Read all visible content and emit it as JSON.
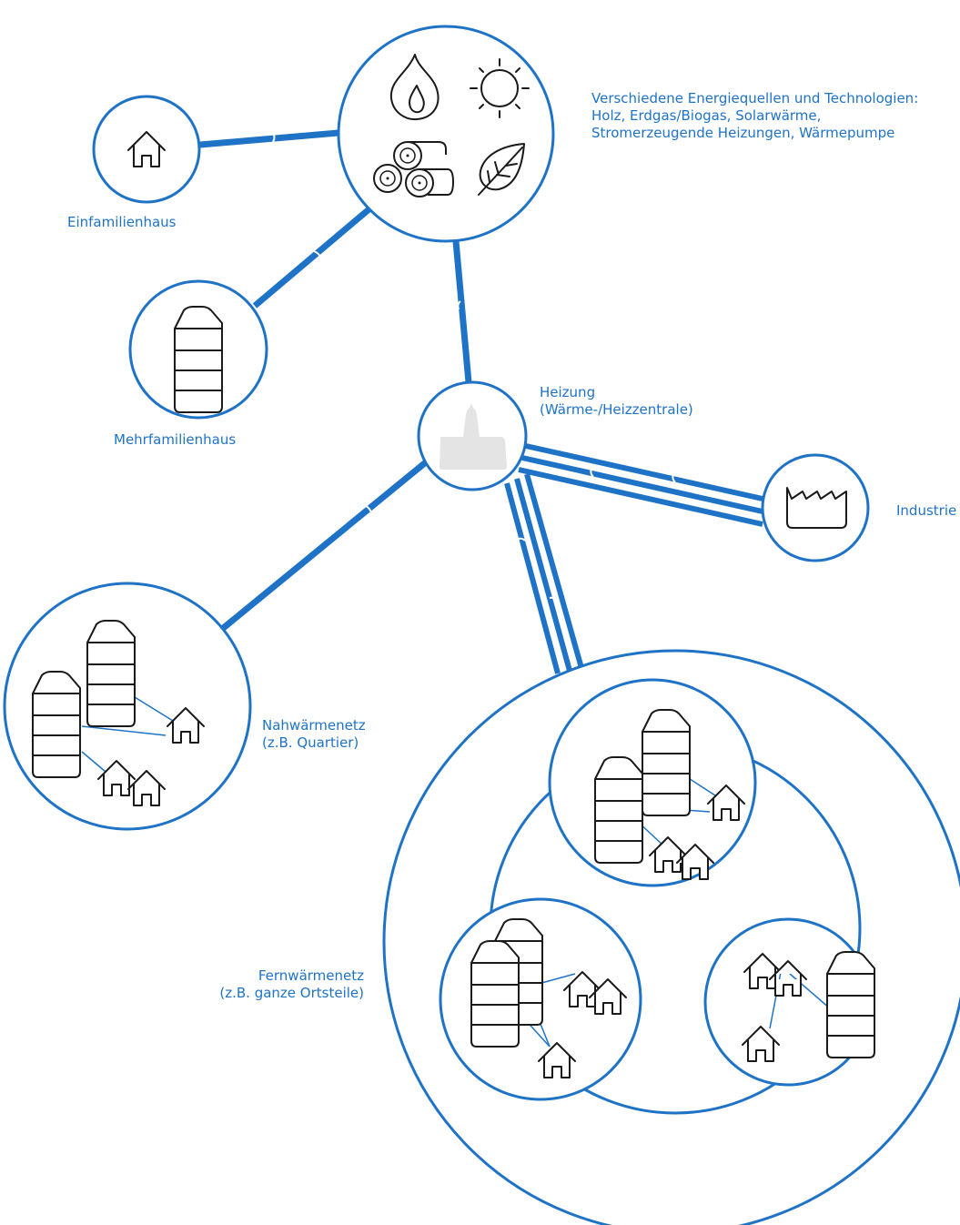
{
  "labels": {
    "energy_sources": {
      "line1": "Verschiedene Energiequellen und Technologien:",
      "line2": "Holz, Erdgas/Biogas, Solarwärme,",
      "line3": "Stromerzeugende Heizungen, Wärmepumpe"
    },
    "single_family": "Einfamilienhaus",
    "multi_family": "Mehrfamilienhaus",
    "heating": {
      "line1": "Heizung",
      "line2": "(Wärme-/Heizzentrale)"
    },
    "industry": "Industrie",
    "local_network": {
      "line1": "Nahwärmenetz",
      "line2": "(z.B. Quartier)"
    },
    "district_network": {
      "line1": "Fernwärmenetz",
      "line2": "(z.B. ganze Ortsteile)"
    }
  },
  "icons": {
    "energy": [
      "flame-icon",
      "sun-icon",
      "wood-logs-icon",
      "leaf-icon"
    ],
    "heating": "heating-plant-icon",
    "single_family": "house-icon",
    "multi_family": "apartment-building-icon",
    "industry": "factory-icon"
  },
  "colors": {
    "accent": "#1f73c7",
    "line": "#1f73c7",
    "icon": "#1a1a1a",
    "plant": "#e4e4e4",
    "background": "#ffffff"
  }
}
